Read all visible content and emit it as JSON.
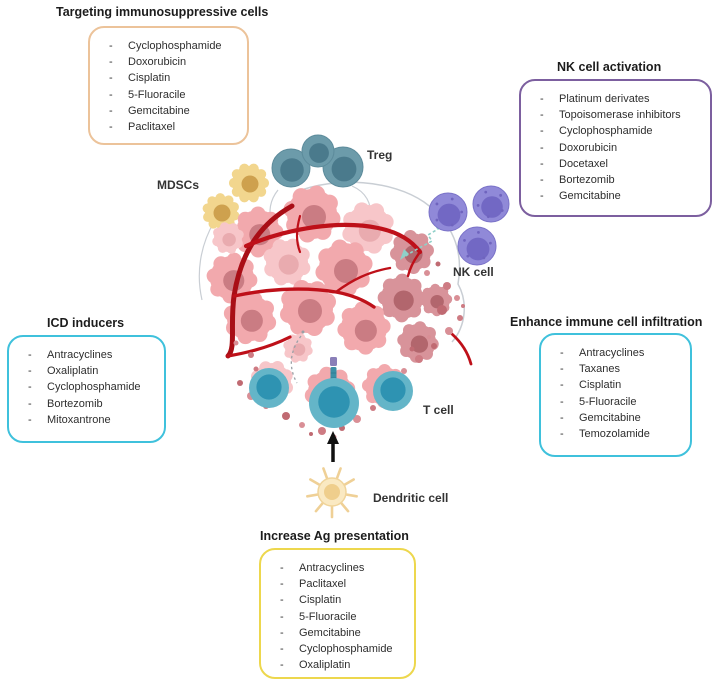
{
  "figure_type": "tumor microenvironment chemotherapy immunomodulation diagram",
  "drug_boxes": [
    {
      "id": "targeting-immunosuppressive-cells",
      "title": "Targeting immunosuppressive cells",
      "border_color": "#ECC39A",
      "items": [
        "Cyclophosphamide",
        "Doxorubicin",
        "Cisplatin",
        "5-Fluoracile",
        "Gemcitabine",
        "Paclitaxel"
      ]
    },
    {
      "id": "nk-cell-activation",
      "title": "NK cell activation",
      "border_color": "#7C5F9F",
      "items": [
        "Platinum derivates",
        "Topoisomerase inhibitors",
        "Cyclophosphamide",
        "Doxorubicin",
        "Docetaxel",
        "Bortezomib",
        "Gemcitabine"
      ]
    },
    {
      "id": "icd-inducers",
      "title": "ICD inducers",
      "border_color": "#3FC1DC",
      "items": [
        "Antracyclines",
        "Oxaliplatin",
        "Cyclophosphamide",
        "Bortezomib",
        "Mitoxantrone"
      ]
    },
    {
      "id": "enhance-immune-cell-infiltration",
      "title": "Enhance immune cell infiltration",
      "border_color": "#3FC1DC",
      "items": [
        "Antracyclines",
        "Taxanes",
        "Cisplatin",
        "5-Fluoracile",
        "Gemcitabine",
        "Temozolamide"
      ]
    },
    {
      "id": "increase-ag-presentation",
      "title": "Increase Ag presentation",
      "border_color": "#EDD74D",
      "items": [
        "Antracyclines",
        "Paclitaxel",
        "Cisplatin",
        "5-Fluoracile",
        "Gemcitabine",
        "Cyclophosphamide",
        "Oxaliplatin"
      ]
    }
  ],
  "cell_labels": {
    "treg": "Treg",
    "mdscs": "MDSCs",
    "nk_cell": "NK cell",
    "t_cell": "T cell",
    "dendritic_cell": "Dendritic cell"
  },
  "illustration": {
    "palette": {
      "tumor_cell": "#F2A9AD",
      "tumor_cell_light": "#F7C6C9",
      "tumor_cell_dark": "#D8939A",
      "tumor_nucleus": "#CA7C83",
      "tumor_nucleus_light": "#E9ABAF",
      "tumor_nucleus_dark": "#B2666D",
      "vessel": "#BE1019",
      "vessel_dark": "#A90E16",
      "treg_body": "#6C9BAA",
      "treg_nucleus": "#4A7A8C",
      "mdsc_body": "#F2D68E",
      "mdsc_nucleus": "#CEA14E",
      "nk_body": "#9089D8",
      "nk_nucleus": "#7268C4",
      "t_body": "#64B5C8",
      "t_nucleus": "#2E93B2",
      "dendritic_body": "#FAE9C2",
      "dendritic_nucleus": "#EFCE8C",
      "dendritic_spike": "#EFD096",
      "arrow": "#111111",
      "outline": "#C9CED4",
      "squiggle": "#8FD0C8",
      "receptor_top": "#8A7FB8",
      "receptor_bottom": "#3C8FA6",
      "dashed_curve": "#9AA0A6",
      "bud_dot_a": "#CE7B83",
      "bud_dot_b": "#D98F96",
      "bud_dot_c": "#C06A72"
    }
  }
}
